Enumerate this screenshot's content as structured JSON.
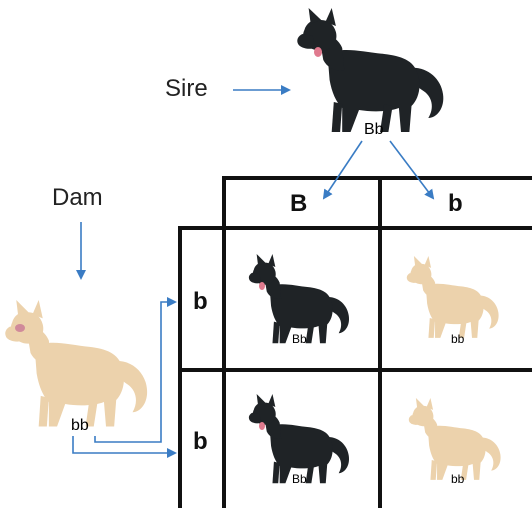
{
  "labels": {
    "sire": "Sire",
    "dam": "Dam",
    "sire_genotype": "Bb",
    "dam_genotype": "bb"
  },
  "punnett": {
    "columns": [
      "B",
      "b"
    ],
    "rows": [
      "b",
      "b"
    ],
    "cells": [
      {
        "genotype": "Bb",
        "coat": "black"
      },
      {
        "genotype": "bb",
        "coat": "cream"
      },
      {
        "genotype": "Bb",
        "coat": "black"
      },
      {
        "genotype": "bb",
        "coat": "cream"
      }
    ]
  },
  "colors": {
    "black_coat": "#1f2326",
    "cream_coat": "#ecd2ac",
    "arrow": "#3a7cc4",
    "grid": "#111111"
  }
}
